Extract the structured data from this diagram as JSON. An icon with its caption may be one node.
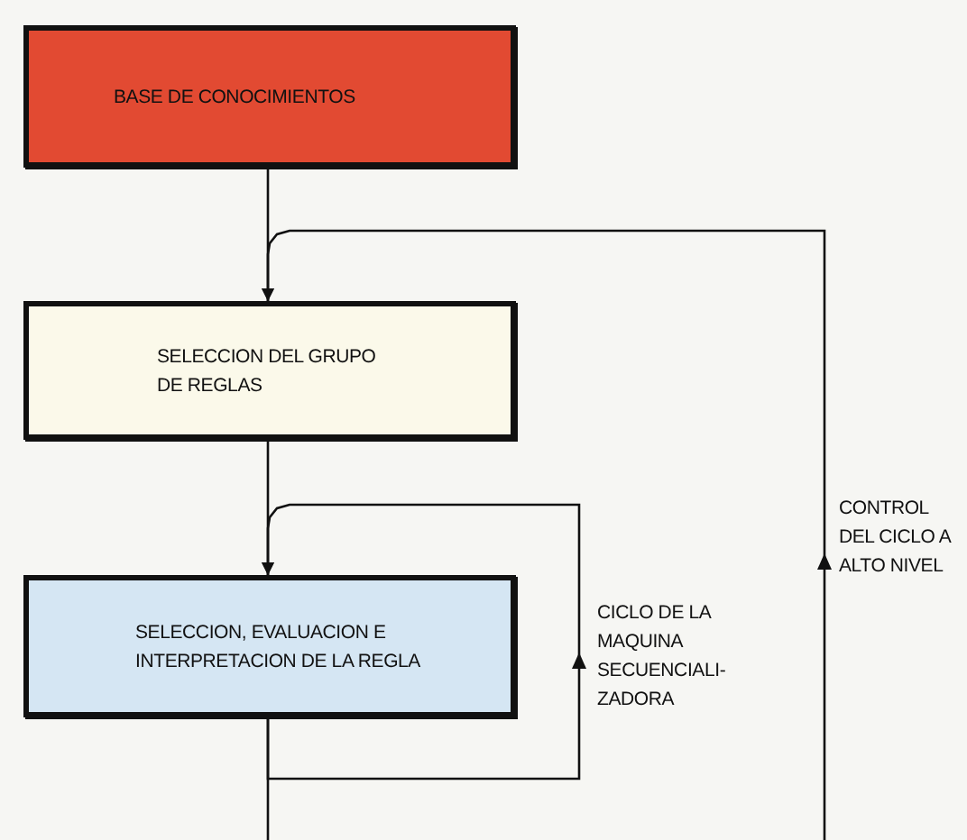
{
  "diagram": {
    "nodes": [
      {
        "text": [
          "BASE DE CONOCIMIENTOS"
        ]
      },
      {
        "text": [
          "SELECCION DEL GRUPO DE REGLAS"
        ]
      },
      {
        "text": [
          "SELECCION, EVALUACION E INTERPRETACION DE LA REGLA"
        ]
      }
    ],
    "edges": [
      {
        "from": 0,
        "to": 1,
        "arrow": "to"
      },
      {
        "from": 1,
        "to": 2,
        "arrow": "to"
      },
      {
        "from": 2,
        "to": 2,
        "arrow": "to",
        "label": "CICLO DE LA MAQUINA SECUENCIALI- ZADORA"
      },
      {
        "from": 2,
        "to": 1,
        "arrow": "to",
        "label": "CONTROL DEL CICLO A ALTO NIVEL"
      }
    ]
  }
}
